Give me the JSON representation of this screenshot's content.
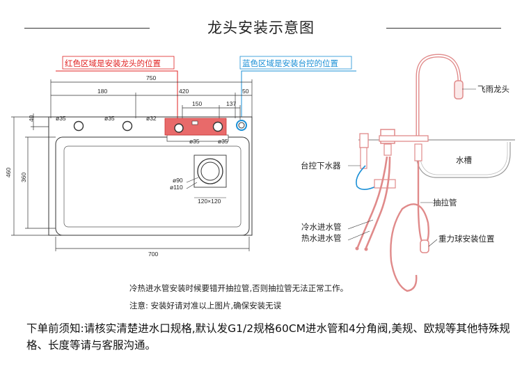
{
  "title": "龙头安装示意图",
  "colors": {
    "red": "#e02020",
    "blue": "#1a8fd6",
    "faucet": "#e08a8a",
    "ink": "#333333"
  },
  "callouts": {
    "red": "红色区域是安装龙头的位置",
    "blue": "蓝色区域是安装台控的位置"
  },
  "dims": {
    "overall_width": "750",
    "d180": "180",
    "d420": "420",
    "d50": "50",
    "d150": "150",
    "d137": "137",
    "d40": "40",
    "d460": "460",
    "d360": "360",
    "d700": "700",
    "hole_a": "ø35",
    "hole_b": "ø35",
    "hole_c": "ø32",
    "hole_d": "ø35",
    "hole_e": "ø35",
    "drain_a": "ø90",
    "drain_b": "ø110",
    "drain_box": "120×120"
  },
  "parts": {
    "faucet": "飞雨龙头",
    "sink": "水槽",
    "controller": "台控下水器",
    "pullout": "抽拉管",
    "cold": "冷水进水管",
    "hot": "热水进水管",
    "weight": "重力球安装位置"
  },
  "notes": {
    "line1": "冷热进水管安装时候要错开抽拉管,否则抽拉管无法正常工作。",
    "line2": "注意: 安装好请对准以上图片,确保安装无误"
  },
  "footer": "下单前须知:请核实清楚进水口规格,默认发G1/2规格60CM进水管和4分角阀,美规、欧规等其他特殊规格、长度等请与客服沟通。"
}
